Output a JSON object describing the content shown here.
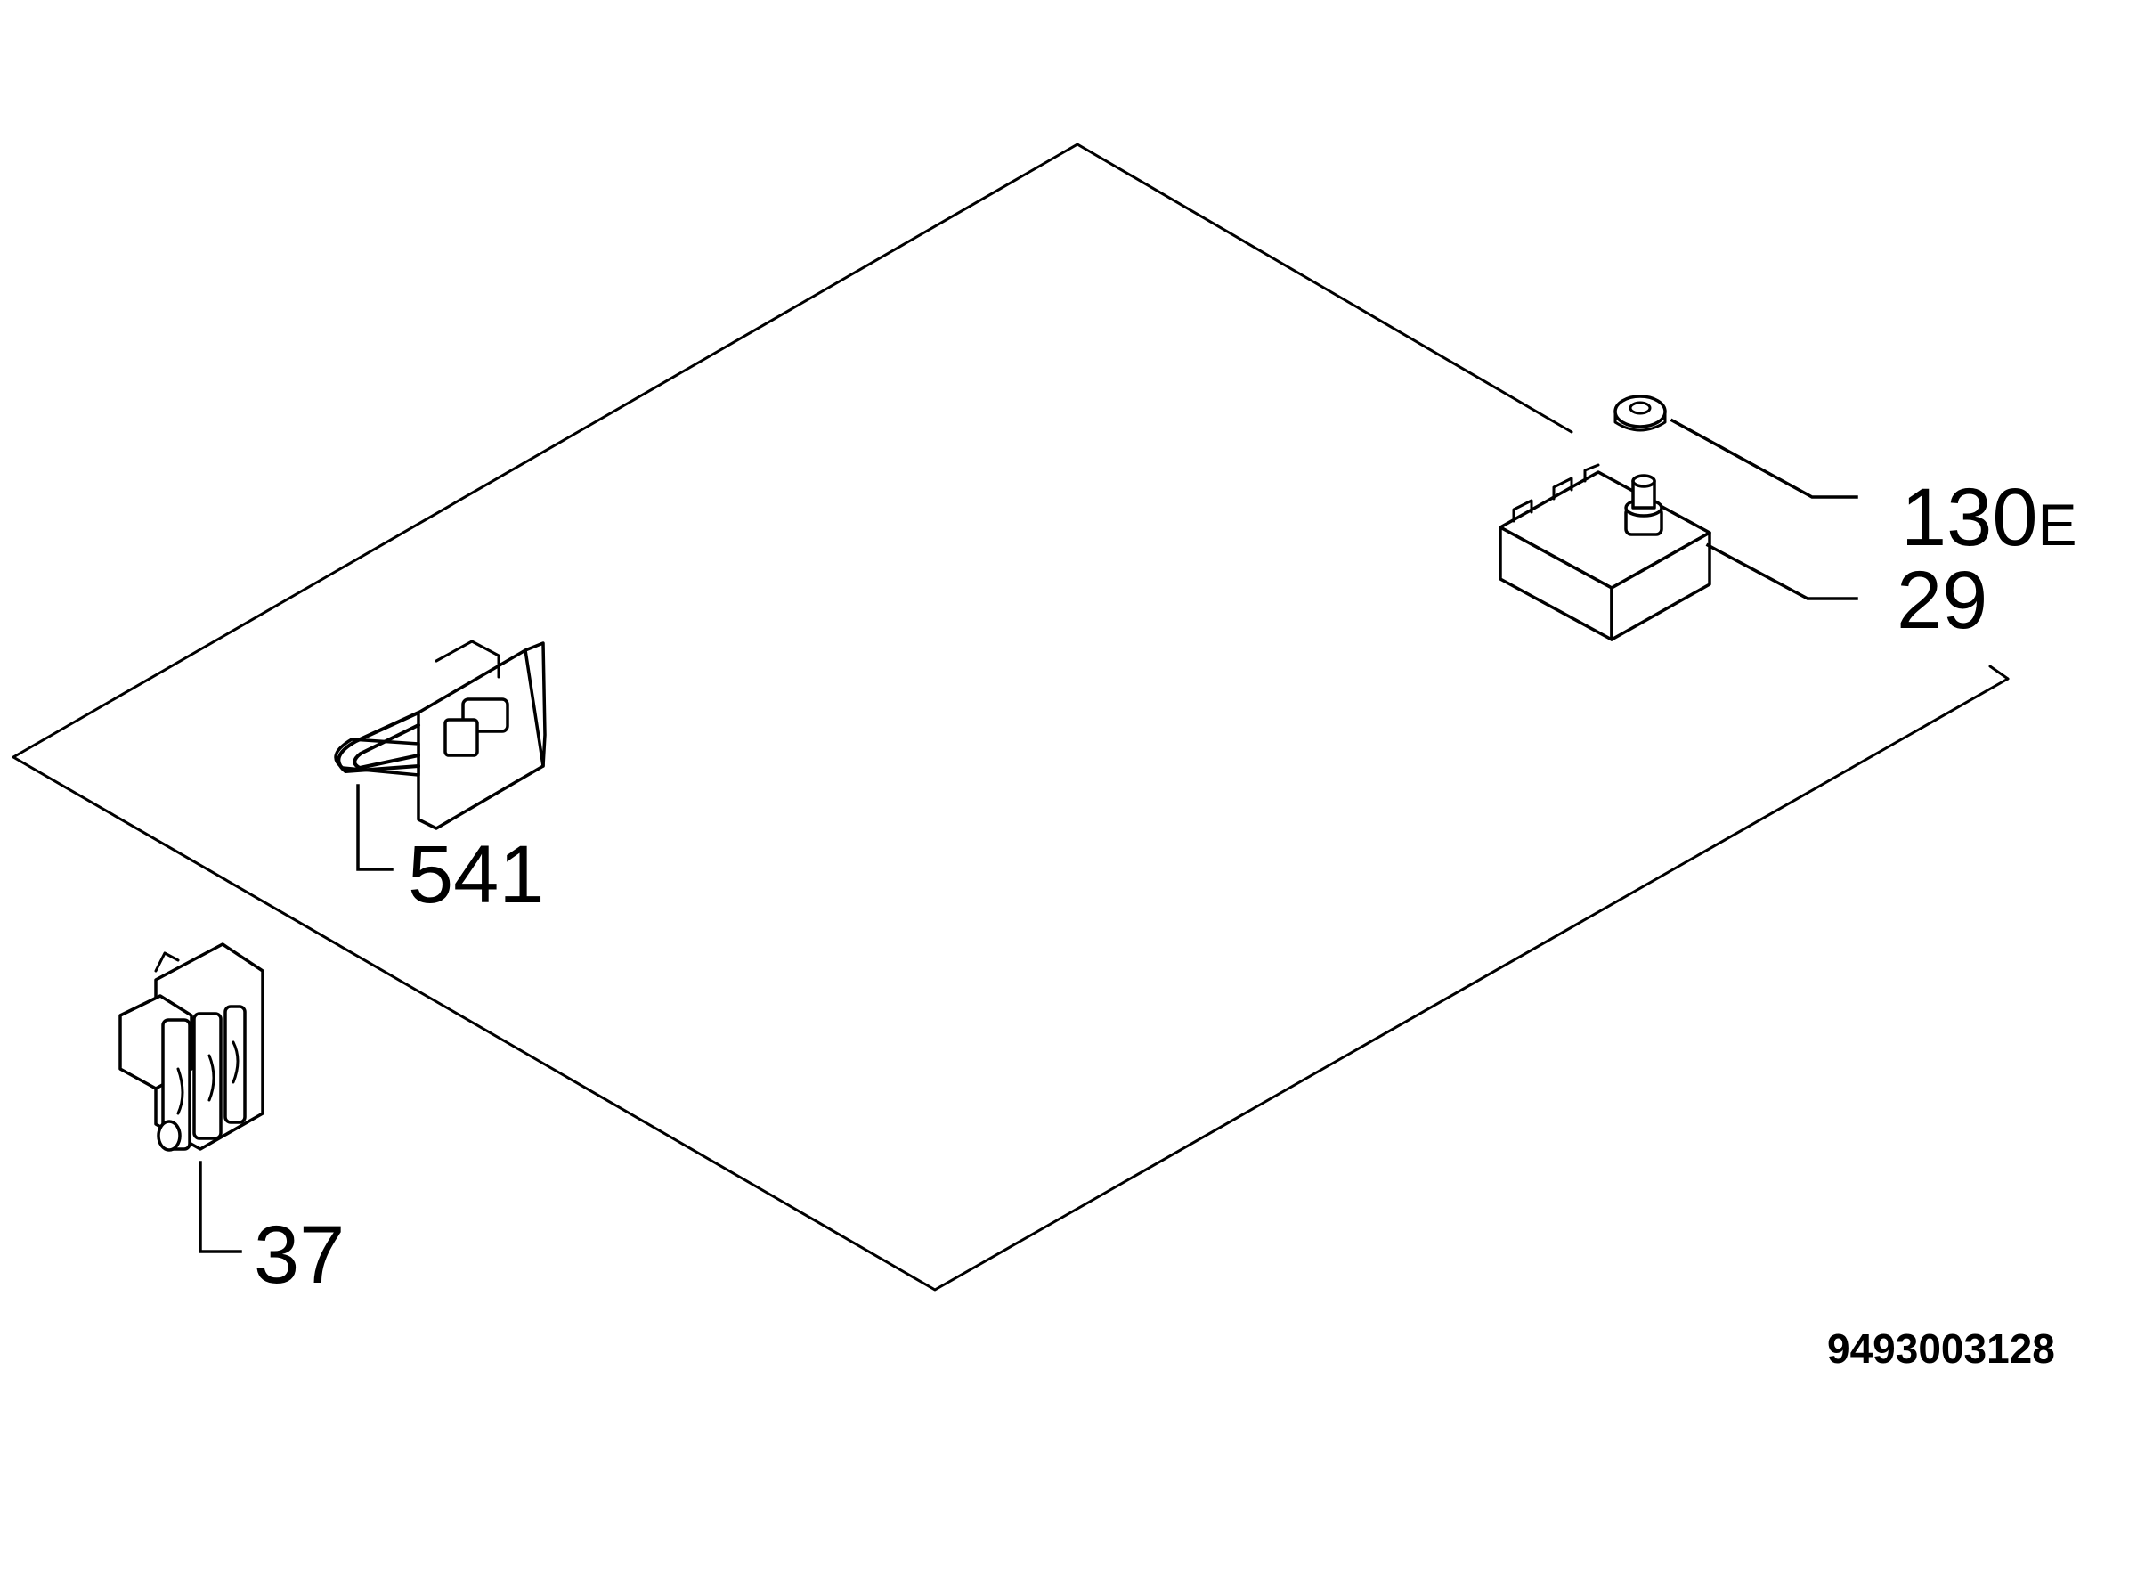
{
  "diagram": {
    "callouts": {
      "part_130": {
        "number": "130",
        "suffix": "E"
      },
      "part_29": {
        "number": "29"
      },
      "part_541": {
        "number": "541"
      },
      "part_37": {
        "number": "37"
      }
    },
    "document_number": "9493003128"
  },
  "colors": {
    "line": "#000000",
    "background": "#ffffff"
  }
}
